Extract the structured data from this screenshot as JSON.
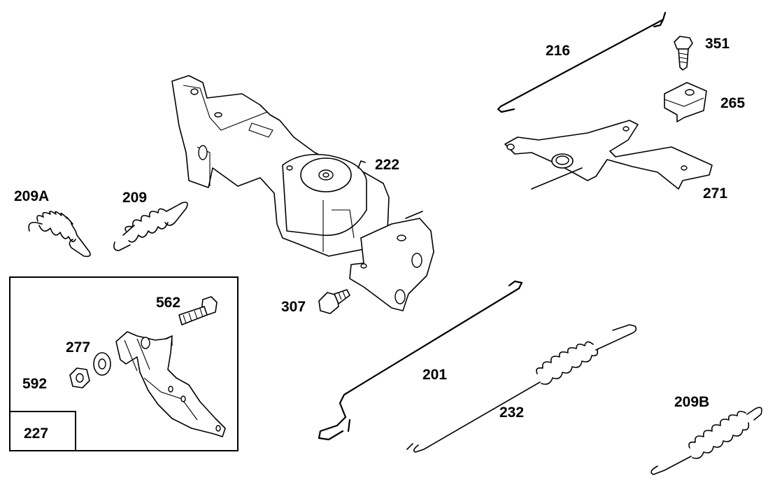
{
  "labels": {
    "p216": "216",
    "p351": "351",
    "p265": "265",
    "p271": "271",
    "p222": "222",
    "p209a": "209A",
    "p209": "209",
    "p307": "307",
    "p201": "201",
    "p232": "232",
    "p209b": "209B",
    "p562": "562",
    "p277": "277",
    "p592": "592",
    "p227": "227"
  }
}
